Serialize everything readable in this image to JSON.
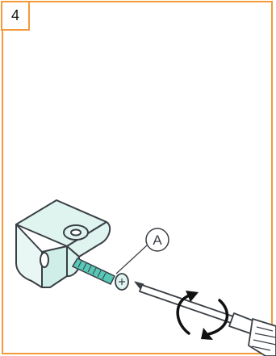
{
  "step": {
    "number": "4"
  },
  "callout": {
    "label": "A"
  },
  "colors": {
    "frame": "#f39a3a",
    "part_fill": "#dff4ef",
    "screw": "#58c7b6",
    "ink": "#3a3f45"
  },
  "icons": {
    "bracket": "wall-bracket",
    "screw": "screw-icon",
    "screwdriver": "screwdriver-icon",
    "rotation": "rotate-arrows-icon"
  }
}
